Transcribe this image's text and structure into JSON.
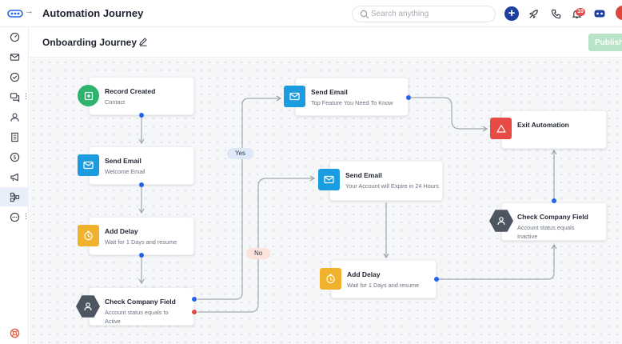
{
  "app": {
    "title": "Automation Journey"
  },
  "search": {
    "placeholder": "Search anything"
  },
  "topbar": {
    "notification_count": "10"
  },
  "page": {
    "title": "Onboarding Journey",
    "publish_label": "Publish"
  },
  "sidebar": {
    "items": [
      {
        "icon": "dashboard-gauge-icon"
      },
      {
        "icon": "mail-icon"
      },
      {
        "icon": "check-circle-icon"
      },
      {
        "icon": "chat-icon"
      },
      {
        "icon": "contacts-icon"
      },
      {
        "icon": "building-icon"
      },
      {
        "icon": "dollar-icon"
      },
      {
        "icon": "megaphone-icon"
      },
      {
        "icon": "automation-icon",
        "active": true
      },
      {
        "icon": "more-icon"
      }
    ]
  },
  "flow": {
    "nodes": {
      "record_created": {
        "title": "Record Created",
        "subtitle": "Contact",
        "icon": "record-icon"
      },
      "send_email_1": {
        "title": "Send Email",
        "subtitle": "Welcome Email",
        "icon": "mail-icon"
      },
      "add_delay_1": {
        "title": "Add Delay",
        "subtitle": "Wait for 1 Days and resume",
        "icon": "timer-icon"
      },
      "check_field_1": {
        "title": "Check Company Field",
        "subtitle": "Account status equals to Active",
        "icon": "person-icon"
      },
      "send_email_2": {
        "title": "Send Email",
        "subtitle": "Top Feature You Need To Know",
        "icon": "mail-icon"
      },
      "send_email_3": {
        "title": "Send Email",
        "subtitle": "Your Account will Expire in 24 Hours",
        "icon": "mail-icon"
      },
      "add_delay_2": {
        "title": "Add Delay",
        "subtitle": "Wait for 1 Days and resume",
        "icon": "timer-icon"
      },
      "exit": {
        "title": "Exit Automation",
        "icon": "exit-icon"
      },
      "check_field_2": {
        "title": "Check Company Field",
        "subtitle": "Account status equals Inactive",
        "icon": "person-icon"
      }
    },
    "branches": {
      "yes": "Yes",
      "no": "No"
    }
  },
  "colors": {
    "brand": "#1f3f9f",
    "green": "#2db36d",
    "blue": "#1b9ce0",
    "amber": "#f0b22c",
    "red": "#e84a45",
    "publish": "#b9e3c6",
    "port": "#2463eb"
  }
}
